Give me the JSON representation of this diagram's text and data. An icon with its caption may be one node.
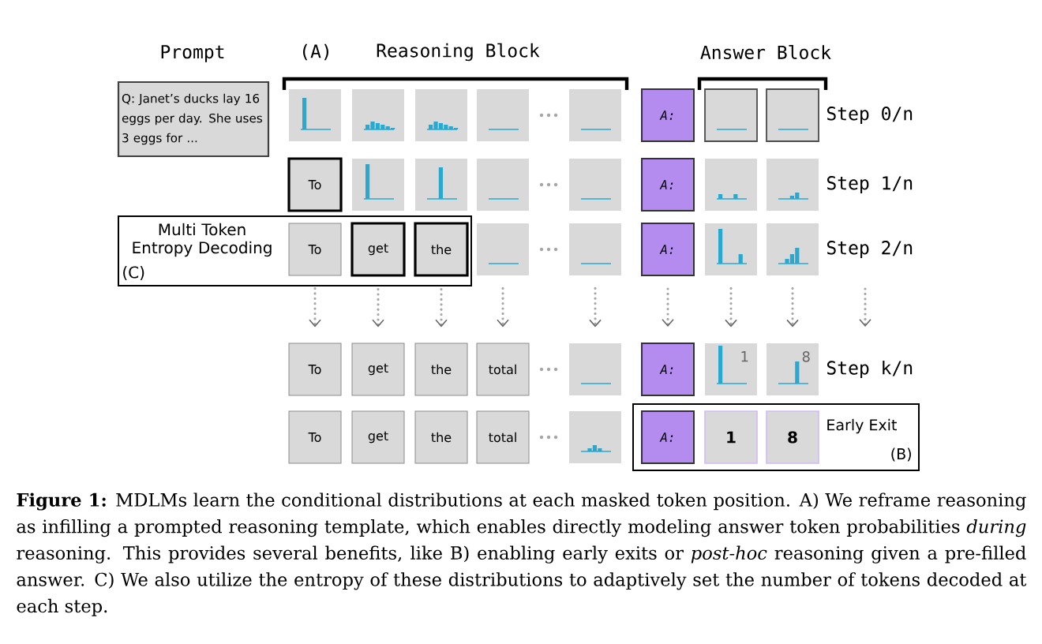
{
  "diagram": {
    "caption": "**Figure 1:** MDLMs learn the conditional distributions at each masked token position. A) We reframe reasoning as infilling a prompted reasoning template, which enables directly modeling answer token probabilities *during* reasoning. This provides several benefits, like B) enabling early exits or *post-hoc* reasoning given a pre-filled answer. C) We also utilize the entropy of these distributions to adaptively set the number of tokens decoded at each step.",
    "nodes": [
      {
        "text": [
          "Q: Janet’s ducks lay 16 eggs per day. She uses 3 eggs for ..."
        ]
      },
      {
        "text": [],
        "shape": "picture"
      },
      {
        "text": [],
        "shape": "picture"
      },
      {
        "text": [],
        "shape": "picture"
      },
      {
        "text": [],
        "shape": "picture"
      },
      {
        "text": [],
        "shape": "picture"
      },
      {
        "text": [
          "A:"
        ]
      },
      {
        "text": [],
        "shape": "picture"
      },
      {
        "text": [],
        "shape": "picture"
      },
      {
        "text": [
          "To"
        ]
      },
      {
        "text": [],
        "shape": "picture"
      },
      {
        "text": [],
        "shape": "picture"
      },
      {
        "text": [],
        "shape": "picture"
      },
      {
        "text": [],
        "shape": "picture"
      },
      {
        "text": [
          "A:"
        ]
      },
      {
        "text": [],
        "shape": "picture"
      },
      {
        "text": [],
        "shape": "picture"
      },
      {
        "text": [
          "Multi Token Entropy Decoding",
          "(C)"
        ]
      },
      {
        "text": [
          "To"
        ],
        "in": 17
      },
      {
        "text": [
          "get"
        ],
        "in": 17
      },
      {
        "text": [
          "the"
        ],
        "in": 17
      },
      {
        "text": [],
        "shape": "picture"
      },
      {
        "text": [],
        "shape": "picture"
      },
      {
        "text": [
          "A:"
        ]
      },
      {
        "text": [],
        "shape": "picture"
      },
      {
        "text": [],
        "shape": "picture"
      },
      {
        "text": [
          "To"
        ]
      },
      {
        "text": [
          "get"
        ]
      },
      {
        "text": [
          "the"
        ]
      },
      {
        "text": [
          "total"
        ]
      },
      {
        "text": [],
        "shape": "picture"
      },
      {
        "text": [
          "A:"
        ]
      },
      {
        "text": [
          "1"
        ]
      },
      {
        "text": [
          "8"
        ]
      },
      {
        "text": [
          "Early Exit",
          "(B)"
        ]
      },
      {
        "text": [
          "To"
        ]
      },
      {
        "text": [
          "get"
        ]
      },
      {
        "text": [
          "the"
        ]
      },
      {
        "text": [
          "total"
        ]
      },
      {
        "text": [],
        "shape": "picture"
      },
      {
        "text": [
          "A:"
        ],
        "in": 34
      },
      {
        "text": [
          "1"
        ],
        "in": 34
      },
      {
        "text": [
          "8"
        ],
        "in": 34
      }
    ],
    "edges": [
      {
        "from": 18,
        "to": 26,
        "arrow": "to"
      },
      {
        "from": 19,
        "to": 27,
        "arrow": "to"
      },
      {
        "from": 20,
        "to": 28,
        "arrow": "to"
      },
      {
        "from": 21,
        "to": 29,
        "arrow": "to"
      },
      {
        "from": 22,
        "to": 30,
        "arrow": "to"
      },
      {
        "from": 23,
        "to": 31,
        "arrow": "to"
      },
      {
        "from": 24,
        "to": 32,
        "arrow": "to"
      },
      {
        "from": 25,
        "to": 33,
        "arrow": "to"
      }
    ],
    "labels": [
      "Prompt",
      "(A)",
      "Reasoning Block",
      "Answer Block",
      "Step 0/n",
      "Step 1/n",
      "Step 2/n",
      "Step k/n"
    ]
  }
}
